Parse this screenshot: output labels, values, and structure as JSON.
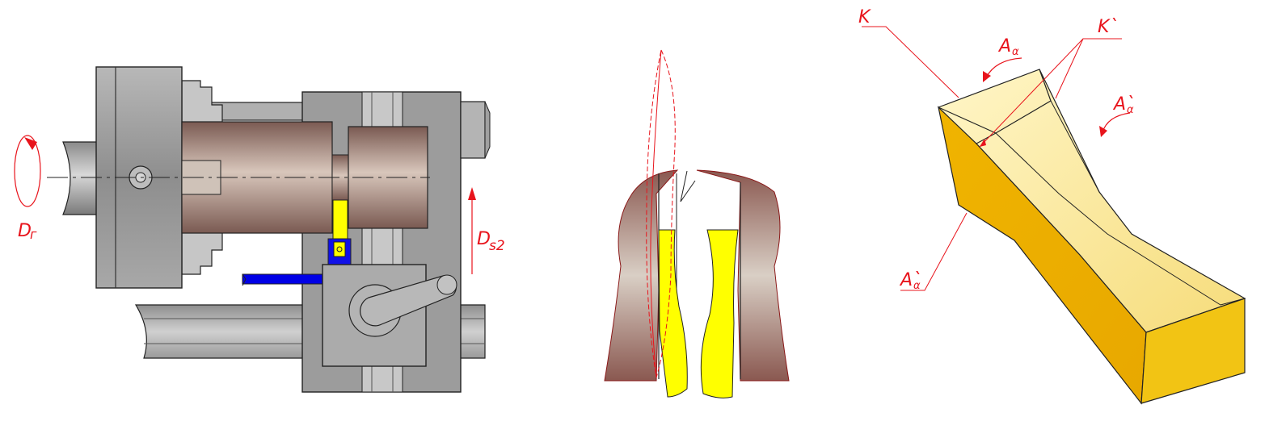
{
  "labels": {
    "rotation_main": "D",
    "rotation_main_sub": "г",
    "feed": "D",
    "feed_sub": "s2",
    "edge_k": "K",
    "edge_k_prime": "K`",
    "face_top": "A",
    "face_top_sub": "α",
    "face_right": "A`",
    "face_right_sub": "α",
    "face_left": "A`",
    "face_left_sub": "α"
  },
  "colors": {
    "machine_gray": "#9a9a9a",
    "machine_dark": "#6e6e6e",
    "workpiece_brown": "#8f6e66",
    "tool_yellow": "#ffff00",
    "tool_blue": "#0000e6",
    "annotation_red": "#e8141c",
    "prism_gold": "#f0b400"
  }
}
